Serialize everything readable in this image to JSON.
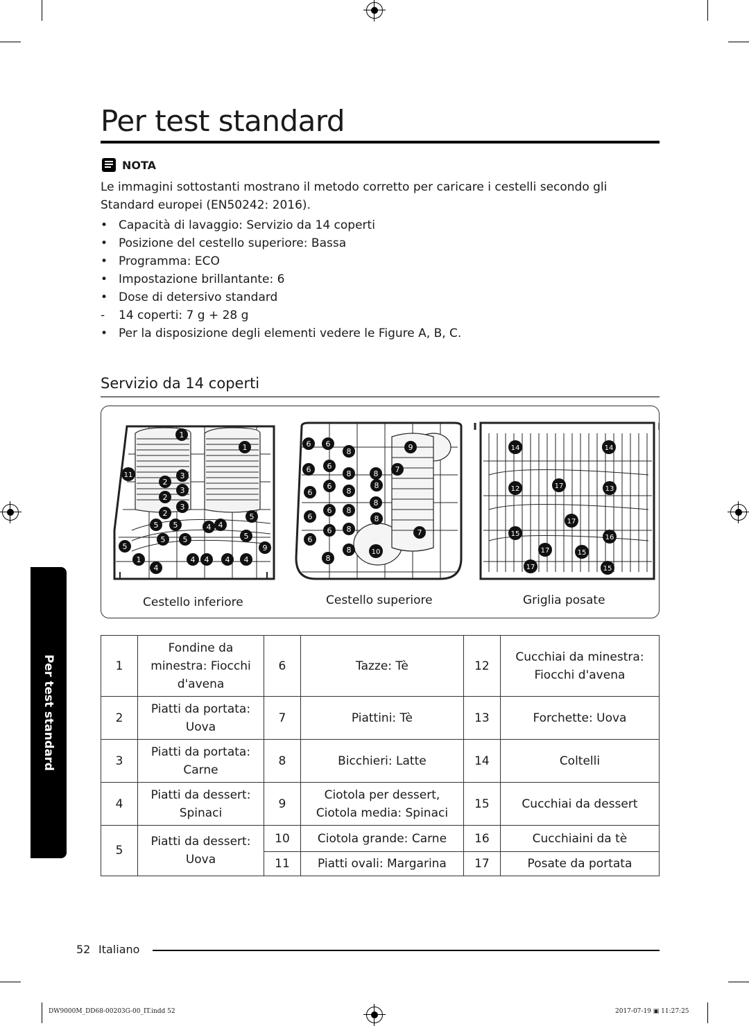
{
  "page": {
    "title": "Per test standard",
    "nota_label": "NOTA",
    "intro": "Le immagini sottostanti mostrano il metodo corretto per caricare i cestelli secondo gli Standard europei (EN50242: 2016).",
    "bullets": [
      "Capacità di lavaggio: Servizio da 14 coperti",
      "Posizione del cestello superiore: Bassa",
      "Programma: ECO",
      "Impostazione brillantante: 6",
      "Dose di detersivo standard"
    ],
    "sub_bullet": "14 coperti: 7 g + 28 g",
    "last_bullet": "Per la disposizione degli elementi vedere le Figure A, B, C.",
    "bullet_char": "•",
    "dash_char": "-",
    "section_title": "Servizio da 14 coperti",
    "captions": {
      "lower": "Cestello inferiore",
      "upper": "Cestello superiore",
      "cutlery": "Griglia posate"
    },
    "side_tab": "Per test standard",
    "footer_page": "52",
    "footer_lang": "Italiano",
    "slug_left": "DW9000M_DD68-00203G-00_IT.indd   52",
    "slug_right": "2017-07-19   ▣ 11:27:25"
  },
  "figure_numbers": {
    "lower": [
      "1",
      "1",
      "1",
      "11",
      "2",
      "2",
      "2",
      "3",
      "3",
      "3",
      "5",
      "5",
      "5",
      "5",
      "5",
      "5",
      "4",
      "4",
      "4",
      "4",
      "4",
      "4",
      "4",
      "9",
      "5"
    ],
    "upper": [
      "6",
      "6",
      "6",
      "6",
      "6",
      "6",
      "6",
      "6",
      "6",
      "6",
      "8",
      "8",
      "8",
      "8",
      "8",
      "8",
      "8",
      "8",
      "8",
      "8",
      "8",
      "9",
      "7",
      "7",
      "10"
    ],
    "cutlery": [
      "14",
      "14",
      "12",
      "17",
      "13",
      "17",
      "15",
      "16",
      "17",
      "15",
      "17",
      "15"
    ]
  },
  "table": {
    "rows": [
      {
        "n1": "1",
        "l1": [
          "Fondine da",
          "minestra: Fiocchi",
          "d'avena"
        ],
        "n2": "6",
        "l2": [
          "Tazze: Tè"
        ],
        "n3": "12",
        "l3": [
          "Cucchiai da minestra:",
          "Fiocchi d'avena"
        ]
      },
      {
        "n1": "2",
        "l1": [
          "Piatti da portata:",
          "Uova"
        ],
        "n2": "7",
        "l2": [
          "Piattini: Tè"
        ],
        "n3": "13",
        "l3": [
          "Forchette: Uova"
        ]
      },
      {
        "n1": "3",
        "l1": [
          "Piatti da portata:",
          "Carne"
        ],
        "n2": "8",
        "l2": [
          "Bicchieri: Latte"
        ],
        "n3": "14",
        "l3": [
          "Coltelli"
        ]
      },
      {
        "n1": "4",
        "l1": [
          "Piatti da dessert:",
          "Spinaci"
        ],
        "n2": "9",
        "l2": [
          "Ciotola per dessert,",
          "Ciotola media: Spinaci"
        ],
        "n3": "15",
        "l3": [
          "Cucchiai da dessert"
        ]
      }
    ],
    "row5": {
      "n1": "5",
      "l1": [
        "Piatti da dessert:",
        "Uova"
      ],
      "n2a": "10",
      "l2a": "Ciotola grande: Carne",
      "n3a": "16",
      "l3a": "Cucchiaini da tè",
      "n2b": "11",
      "l2b": "Piatti ovali: Margarina",
      "n3b": "17",
      "l3b": "Posate da portata"
    }
  }
}
